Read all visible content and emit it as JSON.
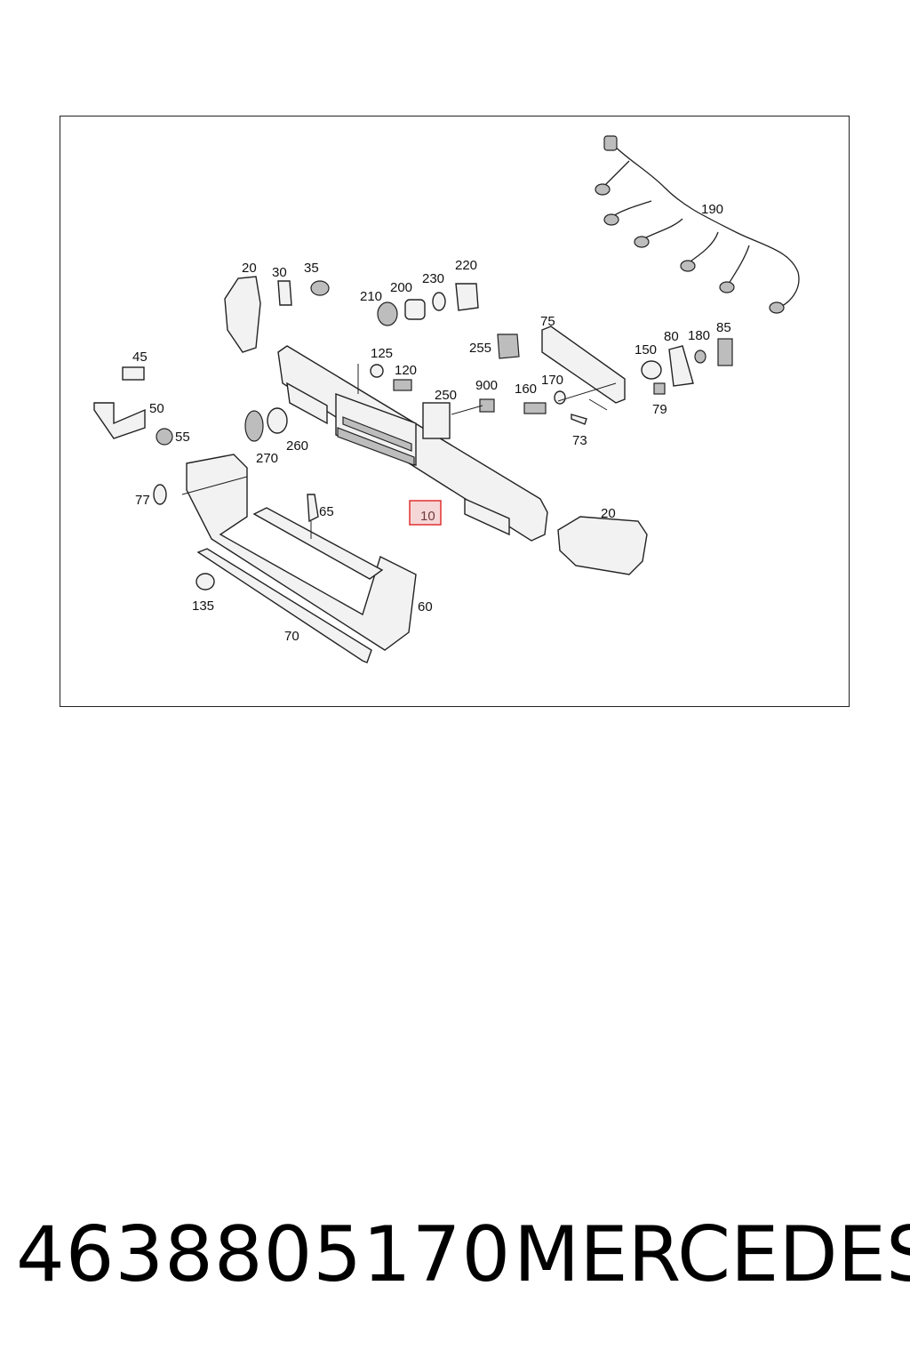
{
  "diagram": {
    "labels": {
      "p20a": "20",
      "p30": "30",
      "p35": "35",
      "p45": "45",
      "p50": "50",
      "p55": "55",
      "p77": "77",
      "p270": "270",
      "p260": "260",
      "p65": "65",
      "p135": "135",
      "p70": "70",
      "p60": "60",
      "p10": "10",
      "p20b": "20",
      "p125": "125",
      "p120": "120",
      "p210": "210",
      "p200": "200",
      "p230": "230",
      "p220": "220",
      "p255": "255",
      "p250": "250",
      "p900": "900",
      "p160": "160",
      "p170": "170",
      "p73": "73",
      "p75": "75",
      "p150": "150",
      "p80": "80",
      "p180": "180",
      "p85": "85",
      "p79": "79",
      "p190": "190"
    },
    "highlighted_part": "10",
    "highlight_color": "#e03030"
  },
  "footer": {
    "part_number": "4638805170",
    "brand": "MERCEDES"
  }
}
